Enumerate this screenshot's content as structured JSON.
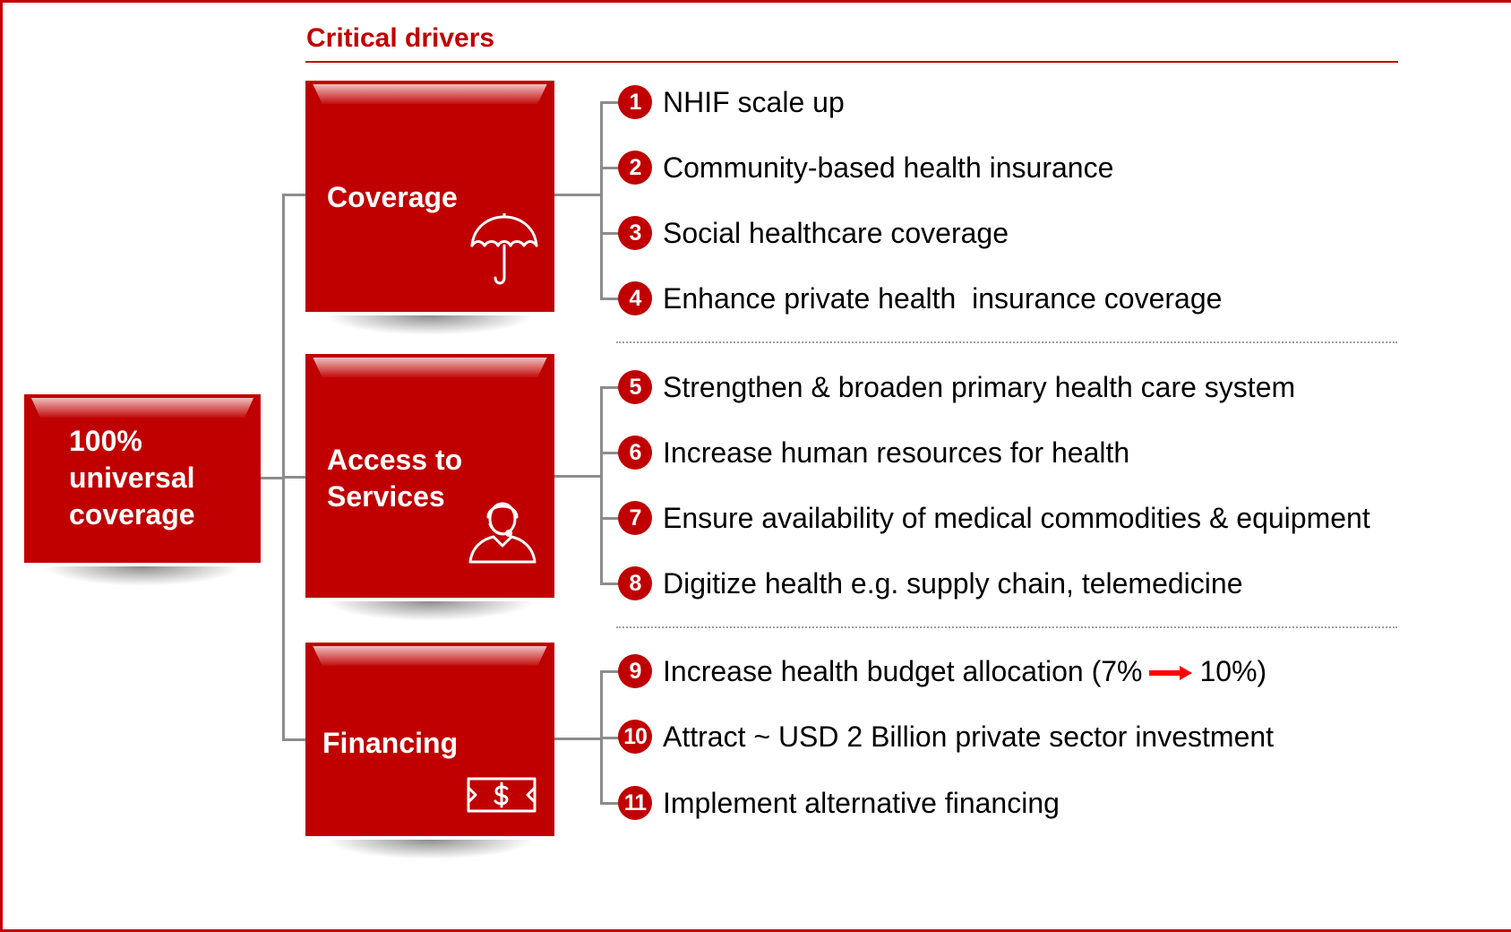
{
  "header": {
    "title": "Critical drivers"
  },
  "root": {
    "label_lines": [
      "100%",
      "universal",
      "coverage"
    ]
  },
  "pillars": [
    {
      "label_lines": [
        "Coverage"
      ],
      "icon": "umbrella-icon"
    },
    {
      "label_lines": [
        "Access to",
        "Services"
      ],
      "icon": "customer-service-icon"
    },
    {
      "label_lines": [
        "Financing"
      ],
      "icon": "banknote-dollar-icon"
    }
  ],
  "drivers": [
    {
      "num": "1",
      "text": "NHIF scale up"
    },
    {
      "num": "2",
      "text": "Community-based health insurance"
    },
    {
      "num": "3",
      "text": "Social healthcare coverage"
    },
    {
      "num": "4",
      "text": "Enhance private health  insurance coverage"
    },
    {
      "num": "5",
      "text": "Strengthen & broaden primary health care system"
    },
    {
      "num": "6",
      "text": "Increase human resources for health"
    },
    {
      "num": "7",
      "text": "Ensure availability of medical commodities & equipment"
    },
    {
      "num": "8",
      "text": "Digitize health e.g. supply chain, telemedicine"
    },
    {
      "num": "9",
      "text_before": "Increase health budget allocation (7%",
      "text_after": "10%)"
    },
    {
      "num": "10",
      "text": "Attract ~ USD 2 Billion private sector investment"
    },
    {
      "num": "11",
      "text": "Implement alternative financing"
    }
  ],
  "colors": {
    "accent": "#c00000",
    "connector": "#8c8c8c",
    "text": "#000000"
  }
}
